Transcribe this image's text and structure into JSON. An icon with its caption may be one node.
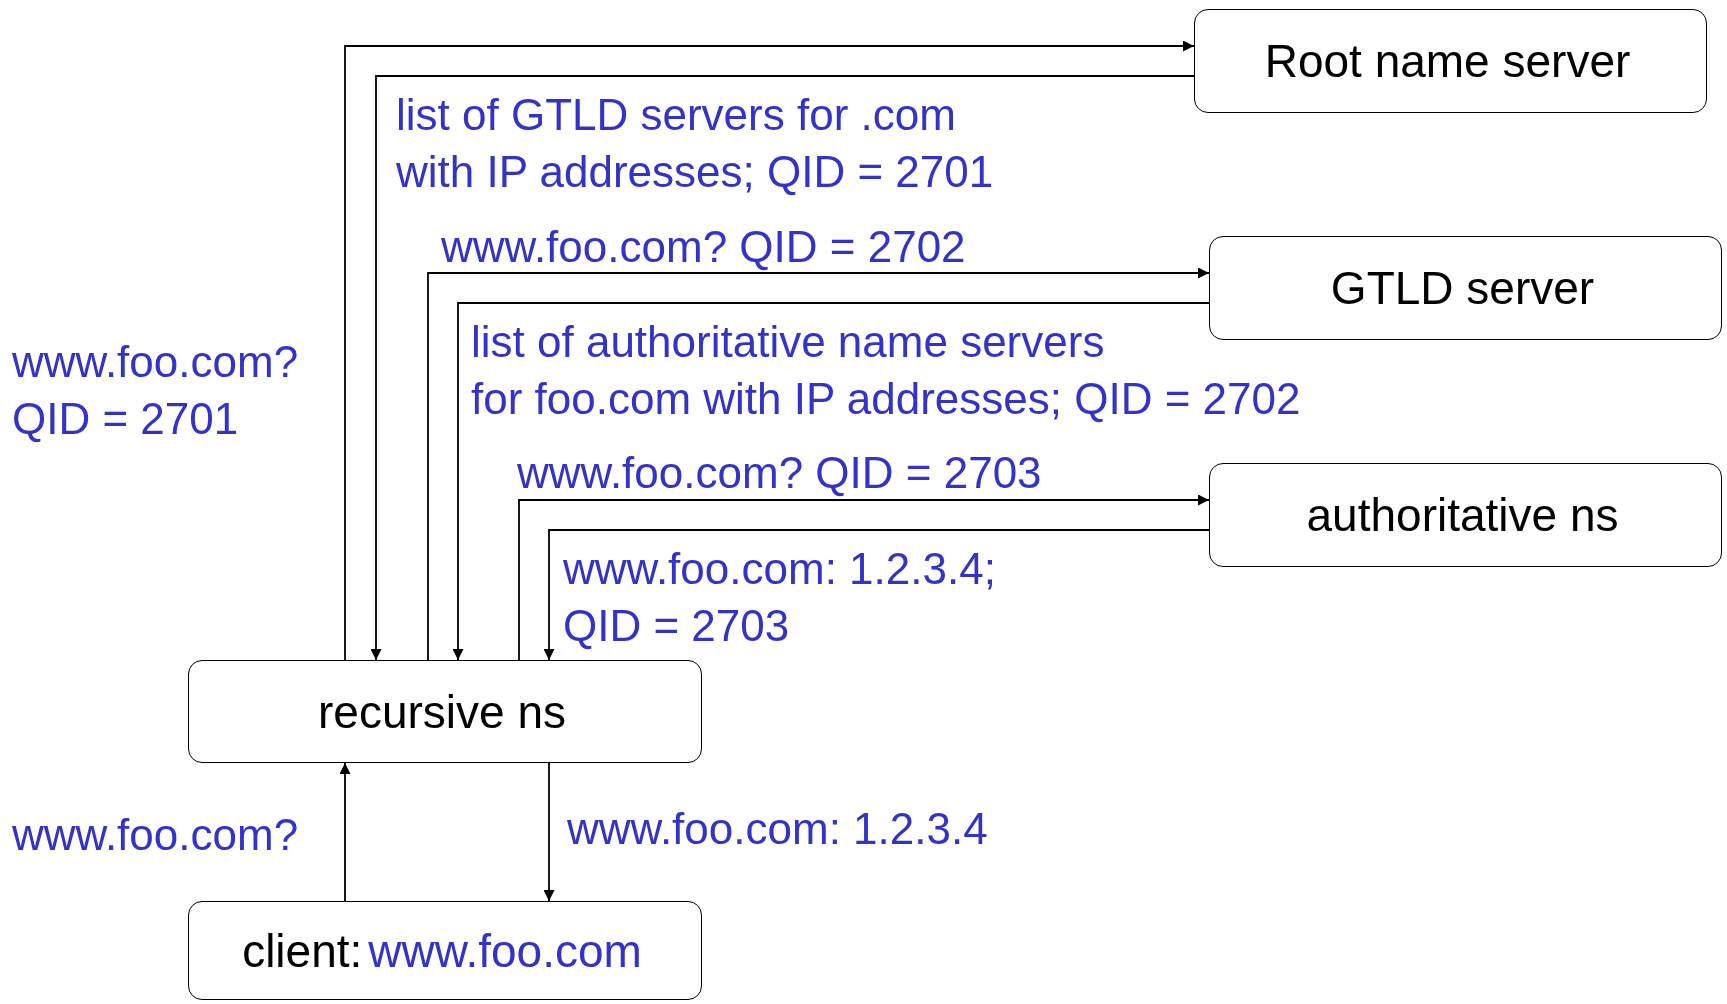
{
  "diagram": {
    "nodes": [
      {
        "text": [
          "Root name server"
        ]
      },
      {
        "text": [
          "GTLD server"
        ]
      },
      {
        "text": [
          "authoritative ns"
        ]
      },
      {
        "text": [
          "recursive ns"
        ]
      },
      {
        "text": [
          "client:",
          "www.foo.com"
        ]
      }
    ],
    "edges": [
      {
        "from": 3,
        "to": 0,
        "arrow": "to",
        "label": "www.foo.com? QID = 2701"
      },
      {
        "from": 0,
        "to": 3,
        "arrow": "to",
        "label": "list of GTLD servers for .com with IP addresses; QID = 2701"
      },
      {
        "from": 3,
        "to": 1,
        "arrow": "to",
        "label": "www.foo.com? QID = 2702"
      },
      {
        "from": 1,
        "to": 3,
        "arrow": "to",
        "label": "list of authoritative name servers for foo.com with IP addresses; QID = 2702"
      },
      {
        "from": 3,
        "to": 2,
        "arrow": "to",
        "label": "www.foo.com? QID = 2703"
      },
      {
        "from": 2,
        "to": 3,
        "arrow": "to",
        "label": "www.foo.com: 1.2.3.4; QID = 2703"
      },
      {
        "from": 4,
        "to": 3,
        "arrow": "to",
        "label": "www.foo.com?"
      },
      {
        "from": 3,
        "to": 4,
        "arrow": "to",
        "label": "www.foo.com: 1.2.3.4"
      }
    ]
  }
}
